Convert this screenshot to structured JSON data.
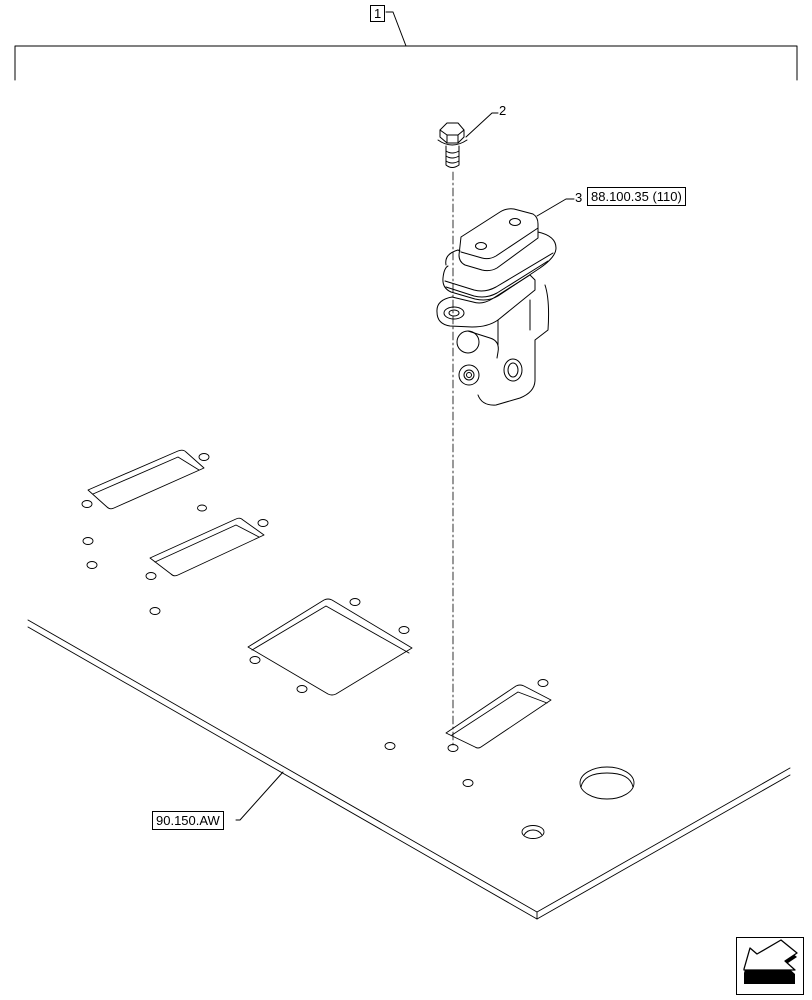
{
  "diagram": {
    "type": "exploded parts illustration",
    "assembly_callout": {
      "item": "1",
      "style": "boxed"
    },
    "parts": [
      {
        "item": "2",
        "description": "flange bolt",
        "style": "plain"
      },
      {
        "item": "3",
        "description": "valve / pedal assembly",
        "reference": "88.100.35 (110)",
        "style": "plain-with-boxed-reference"
      }
    ],
    "external_reference": {
      "label": "90.150.AW",
      "description": "floor plate"
    },
    "navigation": {
      "icon": "previous-page-arrow-icon"
    },
    "colors": {
      "line": "#000000",
      "background": "#ffffff"
    }
  }
}
